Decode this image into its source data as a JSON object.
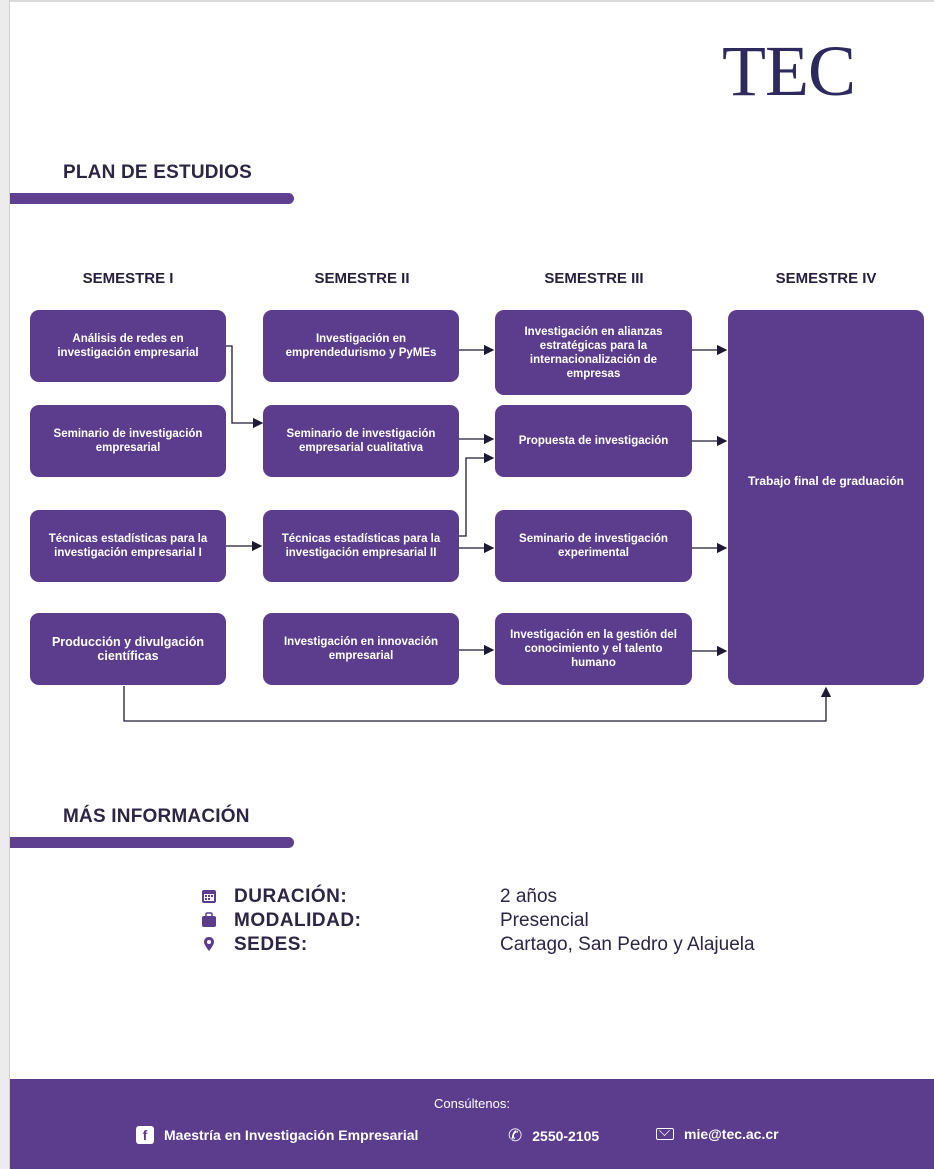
{
  "logo": "TEC",
  "plan_title": "PLAN DE ESTUDIOS",
  "semesters": [
    "SEMESTRE I",
    "SEMESTRE II",
    "SEMESTRE III",
    "SEMESTRE IV"
  ],
  "courses": {
    "s1": [
      "Análisis de redes en investigación empresarial",
      "Seminario de investigación empresarial",
      "Técnicas estadísticas para la investigación empresarial I",
      "Producción y divulgación científicas"
    ],
    "s2": [
      "Investigación en emprendedurismo y PyMEs",
      "Seminario de investigación empresarial cualitativa",
      "Técnicas estadísticas para la investigación empresarial II",
      "Investigación en innovación empresarial"
    ],
    "s3": [
      "Investigación en alianzas estratégicas para la internacionalización de empresas",
      "Propuesta de investigación",
      "Seminario de investigación experimental",
      "Investigación en la gestión del conocimiento y el talento humano"
    ],
    "s4": [
      "Trabajo final de graduación"
    ]
  },
  "more_info_title": "MÁS INFORMACIÓN",
  "info": [
    {
      "icon": "calendar-icon",
      "label": "DURACIÓN:",
      "value": "2 años"
    },
    {
      "icon": "briefcase-icon",
      "label": "MODALIDAD:",
      "value": "Presencial"
    },
    {
      "icon": "location-pin-icon",
      "label": "SEDES:",
      "value": "Cartago, San Pedro y Alajuela"
    }
  ],
  "footer": {
    "title": "Consúltenos:",
    "facebook": "Maestría en Investigación Empresarial",
    "phone": "2550-2105",
    "email": "mie@tec.ac.cr"
  },
  "colors": {
    "primary": "#5c3d8d",
    "text": "#2d2544"
  }
}
